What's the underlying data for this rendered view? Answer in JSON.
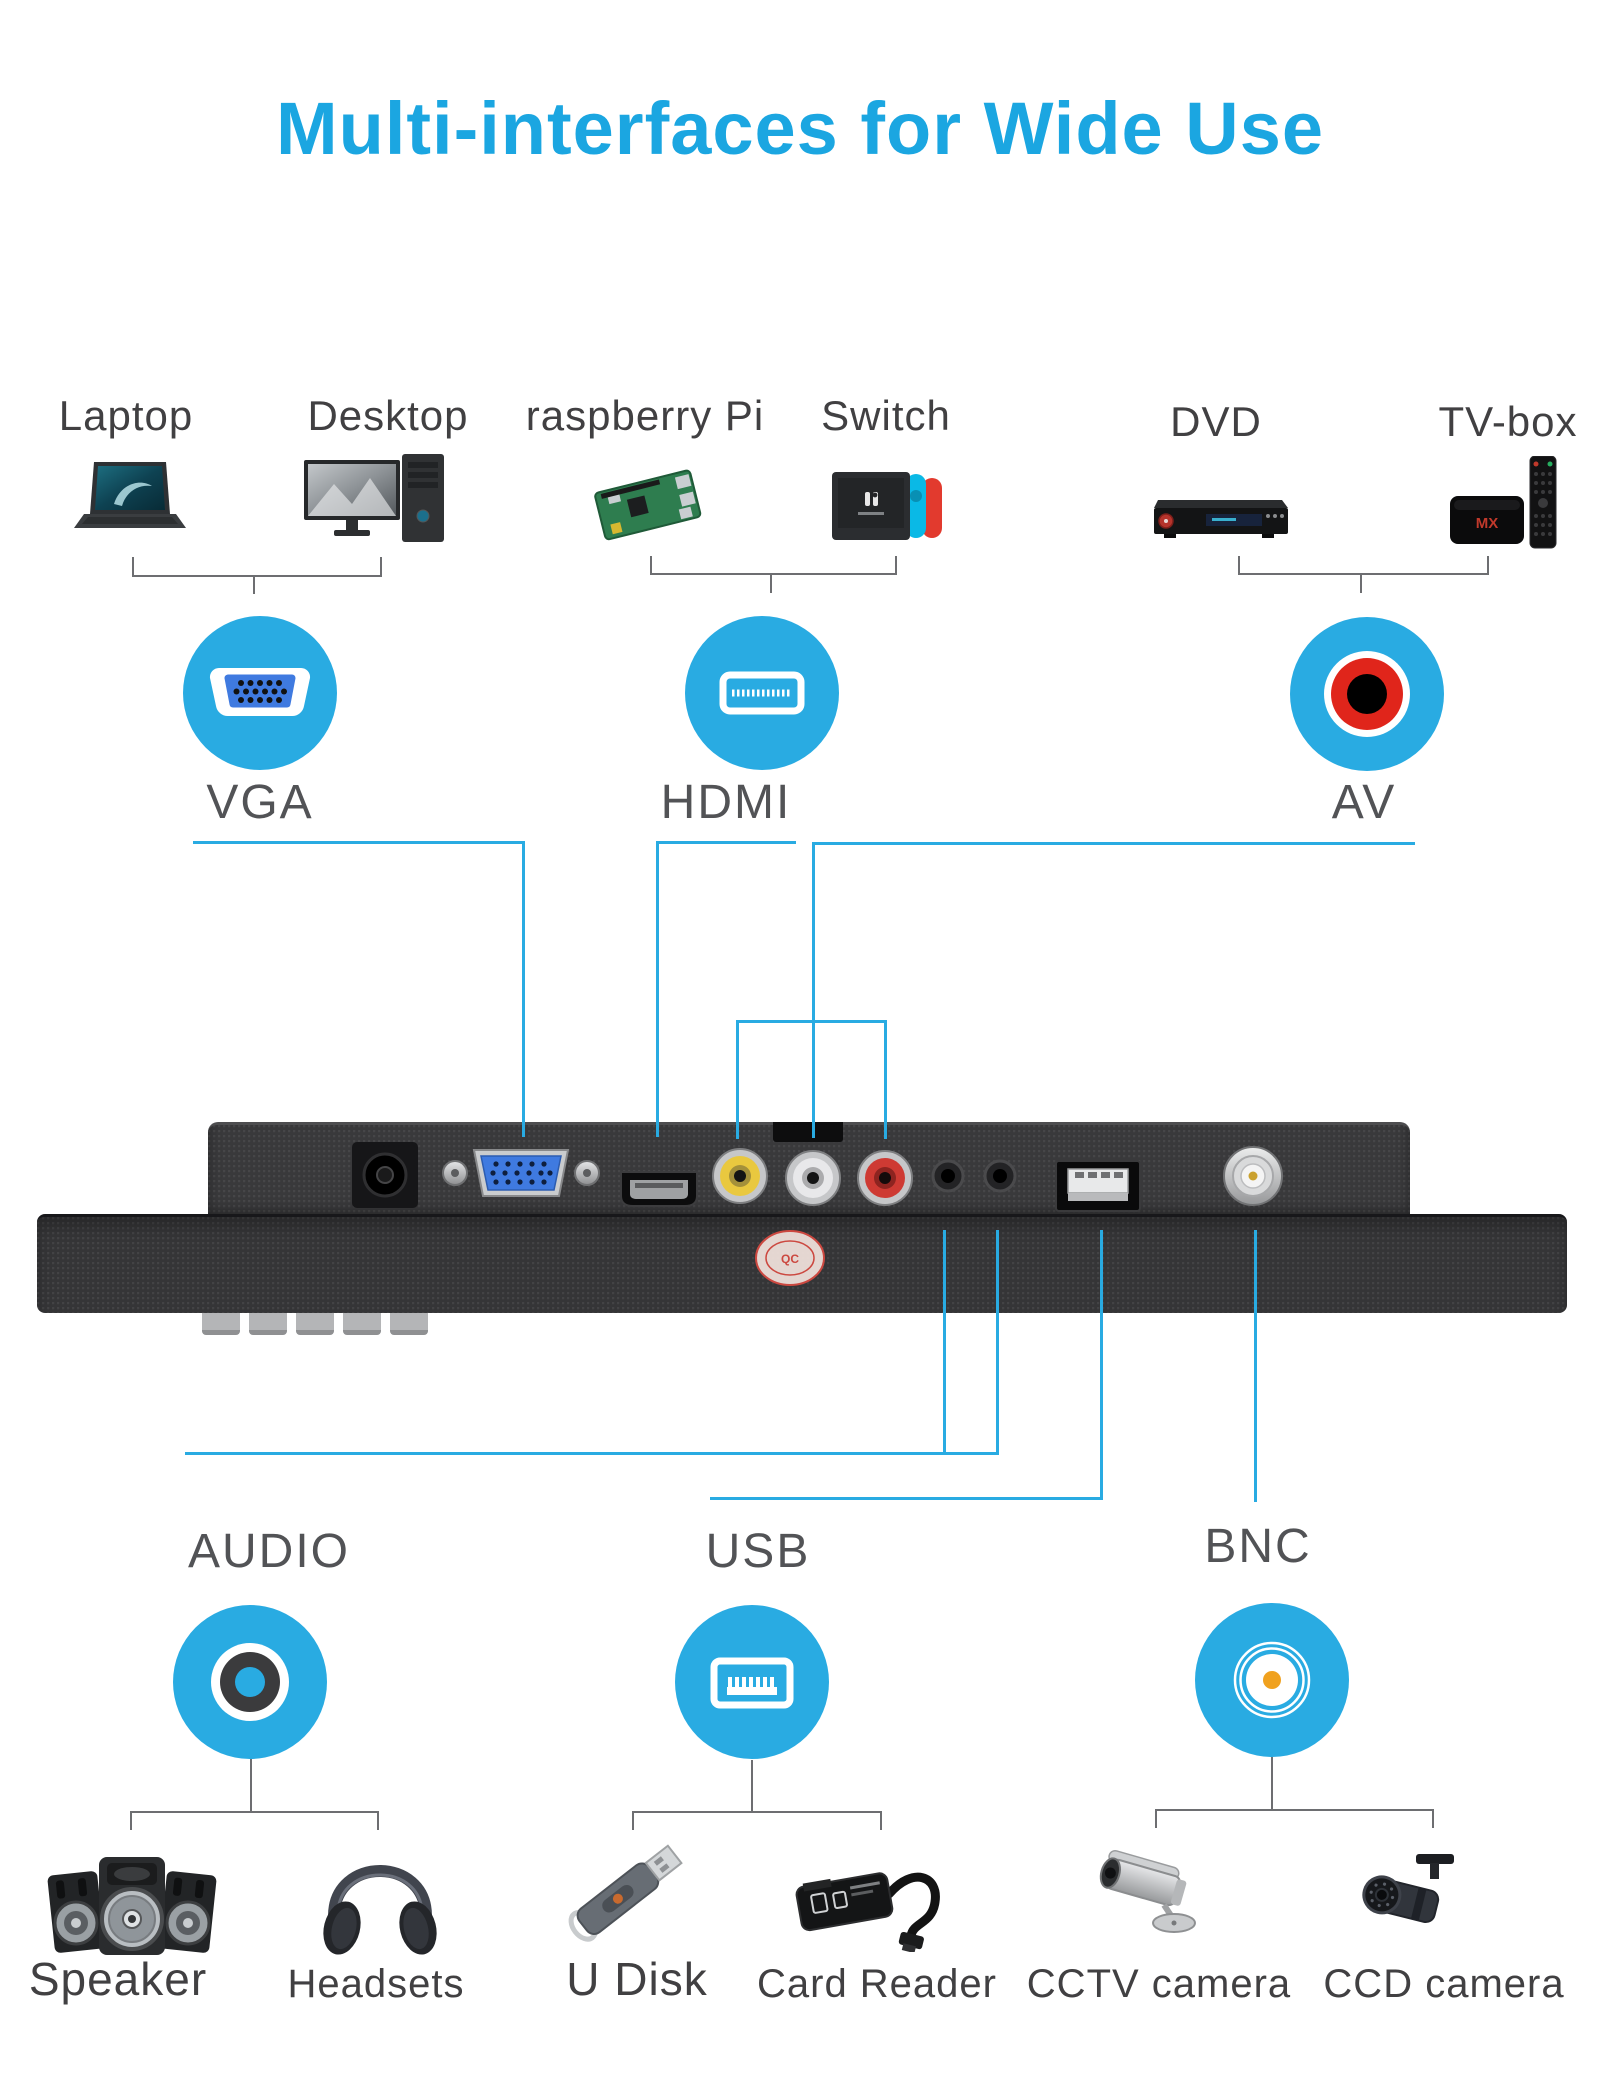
{
  "title": "Multi-interfaces for Wide Use",
  "colors": {
    "accent_cyan": "#29ABE2",
    "title_cyan": "#1BA6E1",
    "device_label_gray": "#414042",
    "port_label_gray": "#525356",
    "bracket_gray": "#6D6E71",
    "vga_plug_blue": "#3F7AE0",
    "rca_yellow": "#E9C83F",
    "rca_white": "#E8E8EA",
    "rca_red": "#CE3A33",
    "bnc_dot_orange": "#F0A11E",
    "panel_dark": "#39393B"
  },
  "top_groups": [
    {
      "port": "VGA",
      "devices": [
        {
          "label": "Laptop"
        },
        {
          "label": "Desktop"
        }
      ]
    },
    {
      "port": "HDMI",
      "devices": [
        {
          "label": "raspberry Pi"
        },
        {
          "label": "Switch"
        }
      ]
    },
    {
      "port": "AV",
      "devices": [
        {
          "label": "DVD"
        },
        {
          "label": "TV-box"
        }
      ]
    }
  ],
  "bottom_groups": [
    {
      "port": "AUDIO",
      "devices": [
        {
          "label": "Speaker"
        },
        {
          "label": "Headsets"
        }
      ]
    },
    {
      "port": "USB",
      "devices": [
        {
          "label": "U Disk"
        },
        {
          "label": "Card Reader"
        }
      ]
    },
    {
      "port": "BNC",
      "devices": [
        {
          "label": "CCTV camera"
        },
        {
          "label": "CCD camera"
        }
      ]
    }
  ],
  "misc": {
    "tv_box_logo": "MX",
    "qc_sticker": "QC"
  }
}
